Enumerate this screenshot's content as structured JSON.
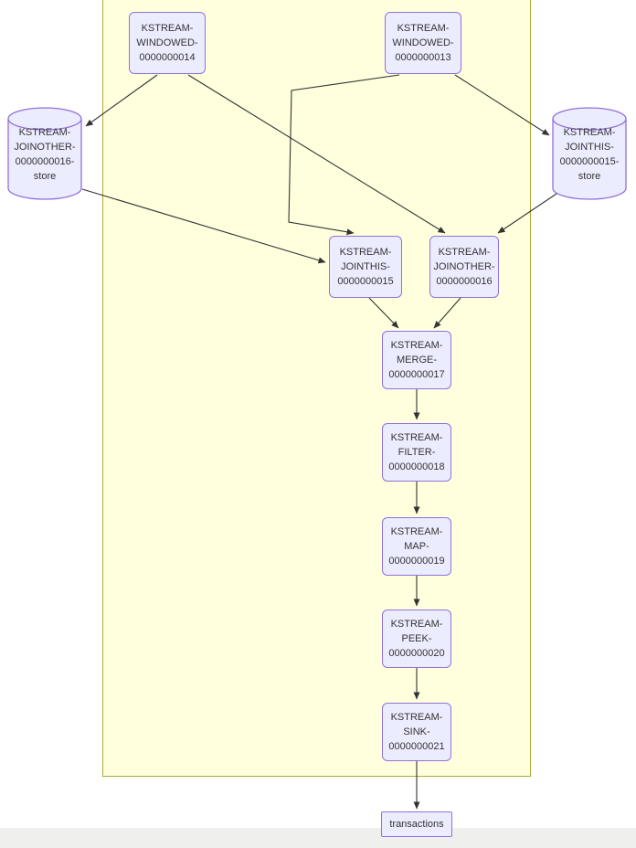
{
  "diagram": {
    "kind": "kafka-streams-topology",
    "colors": {
      "node_fill": "#ECECFF",
      "node_border": "#9370DB",
      "cluster_fill": "#FFFFDE",
      "cluster_border": "#AAAA33",
      "edge": "#333333"
    },
    "nodes": {
      "windowed14": {
        "label": "KSTREAM-WINDOWED-0000000014",
        "shape": "rounded-rect",
        "lines": [
          "KSTREAM-",
          "WINDOWED-",
          "0000000014"
        ]
      },
      "windowed13": {
        "label": "KSTREAM-WINDOWED-0000000013",
        "shape": "rounded-rect",
        "lines": [
          "KSTREAM-",
          "WINDOWED-",
          "0000000013"
        ]
      },
      "store16": {
        "label": "KSTREAM-JOINOTHER-0000000016-store",
        "shape": "cylinder",
        "lines": [
          "KSTREAM-",
          "JOINOTHER-",
          "0000000016-",
          "store"
        ]
      },
      "store15": {
        "label": "KSTREAM-JOINTHIS-0000000015-store",
        "shape": "cylinder",
        "lines": [
          "KSTREAM-",
          "JOINTHIS-",
          "0000000015-",
          "store"
        ]
      },
      "jointhis15": {
        "label": "KSTREAM-JOINTHIS-0000000015",
        "shape": "rounded-rect",
        "lines": [
          "KSTREAM-",
          "JOINTHIS-",
          "0000000015"
        ]
      },
      "joinother16": {
        "label": "KSTREAM-JOINOTHER-0000000016",
        "shape": "rounded-rect",
        "lines": [
          "KSTREAM-",
          "JOINOTHER-",
          "0000000016"
        ]
      },
      "merge17": {
        "label": "KSTREAM-MERGE-0000000017",
        "shape": "rounded-rect",
        "lines": [
          "KSTREAM-",
          "MERGE-",
          "0000000017"
        ]
      },
      "filter18": {
        "label": "KSTREAM-FILTER-0000000018",
        "shape": "rounded-rect",
        "lines": [
          "KSTREAM-",
          "FILTER-",
          "0000000018"
        ]
      },
      "map19": {
        "label": "KSTREAM-MAP-0000000019",
        "shape": "rounded-rect",
        "lines": [
          "KSTREAM-",
          "MAP-",
          "0000000019"
        ]
      },
      "peek20": {
        "label": "KSTREAM-PEEK-0000000020",
        "shape": "rounded-rect",
        "lines": [
          "KSTREAM-",
          "PEEK-",
          "0000000020"
        ]
      },
      "sink21": {
        "label": "KSTREAM-SINK-0000000021",
        "shape": "rounded-rect",
        "lines": [
          "KSTREAM-",
          "SINK-",
          "0000000021"
        ]
      },
      "transactions": {
        "label": "transactions",
        "shape": "rect",
        "lines": [
          "transactions"
        ]
      }
    },
    "edges": [
      {
        "from": "KSTREAM-WINDOWED-0000000014",
        "to": "KSTREAM-JOINOTHER-0000000016-store"
      },
      {
        "from": "KSTREAM-WINDOWED-0000000014",
        "to": "KSTREAM-JOINOTHER-0000000016"
      },
      {
        "from": "KSTREAM-WINDOWED-0000000013",
        "to": "KSTREAM-JOINTHIS-0000000015-store"
      },
      {
        "from": "KSTREAM-WINDOWED-0000000013",
        "to": "KSTREAM-JOINTHIS-0000000015"
      },
      {
        "from": "KSTREAM-JOINOTHER-0000000016-store",
        "to": "KSTREAM-JOINTHIS-0000000015"
      },
      {
        "from": "KSTREAM-JOINTHIS-0000000015-store",
        "to": "KSTREAM-JOINOTHER-0000000016"
      },
      {
        "from": "KSTREAM-JOINTHIS-0000000015",
        "to": "KSTREAM-MERGE-0000000017"
      },
      {
        "from": "KSTREAM-JOINOTHER-0000000016",
        "to": "KSTREAM-MERGE-0000000017"
      },
      {
        "from": "KSTREAM-MERGE-0000000017",
        "to": "KSTREAM-FILTER-0000000018"
      },
      {
        "from": "KSTREAM-FILTER-0000000018",
        "to": "KSTREAM-MAP-0000000019"
      },
      {
        "from": "KSTREAM-MAP-0000000019",
        "to": "KSTREAM-PEEK-0000000020"
      },
      {
        "from": "KSTREAM-PEEK-0000000020",
        "to": "KSTREAM-SINK-0000000021"
      },
      {
        "from": "KSTREAM-SINK-0000000021",
        "to": "transactions"
      }
    ]
  }
}
